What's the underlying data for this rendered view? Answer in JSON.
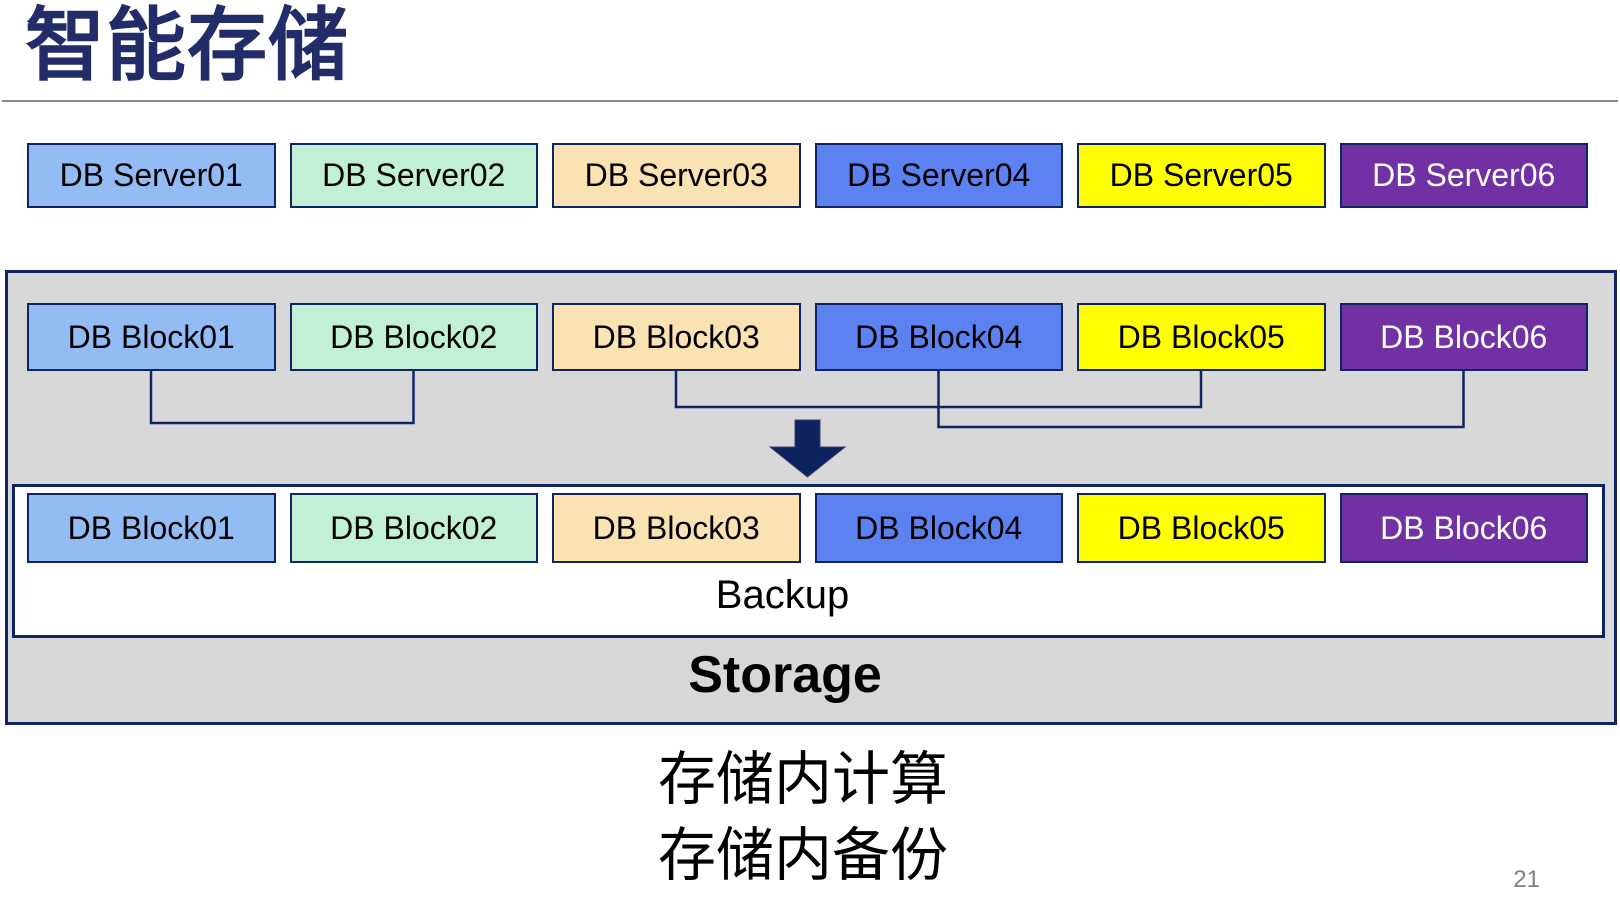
{
  "slide": {
    "title": "智能存储",
    "backup_label": "Backup",
    "storage_label": "Storage",
    "caption_line1": "存储内计算",
    "caption_line2": "存储内备份",
    "page_number": "21"
  },
  "palette": {
    "c1": {
      "bg": "#93BCF4",
      "fg": "#000000"
    },
    "c2": {
      "bg": "#C1F0D6",
      "fg": "#000000"
    },
    "c3": {
      "bg": "#FAE2B2",
      "fg": "#000000"
    },
    "c4": {
      "bg": "#5B82F0",
      "fg": "#000000"
    },
    "c5": {
      "bg": "#FFFF00",
      "fg": "#000000"
    },
    "c6": {
      "bg": "#7130A3",
      "fg": "#FFFFFF"
    },
    "border_navy": "#0F2563",
    "container_gray": "#D8D8D8",
    "title_navy": "#212C68",
    "arrow_navy": "#0E2260",
    "rule_gray": "#8a8a8a",
    "page_number_gray": "#808080"
  },
  "server_row": [
    {
      "label": "DB Server01"
    },
    {
      "label": "DB Server02"
    },
    {
      "label": "DB Server03"
    },
    {
      "label": "DB Server04"
    },
    {
      "label": "DB Server05"
    },
    {
      "label": "DB Server06"
    }
  ],
  "block_row_upper": [
    {
      "label": "DB Block01"
    },
    {
      "label": "DB Block02"
    },
    {
      "label": "DB Block03"
    },
    {
      "label": "DB Block04"
    },
    {
      "label": "DB Block05"
    },
    {
      "label": "DB Block06"
    }
  ],
  "block_row_storage": [
    {
      "label": "DB Block01"
    },
    {
      "label": "DB Block02"
    },
    {
      "label": "DB Block03"
    },
    {
      "label": "DB Block04"
    },
    {
      "label": "DB Block05"
    },
    {
      "label": "DB Block06"
    }
  ]
}
